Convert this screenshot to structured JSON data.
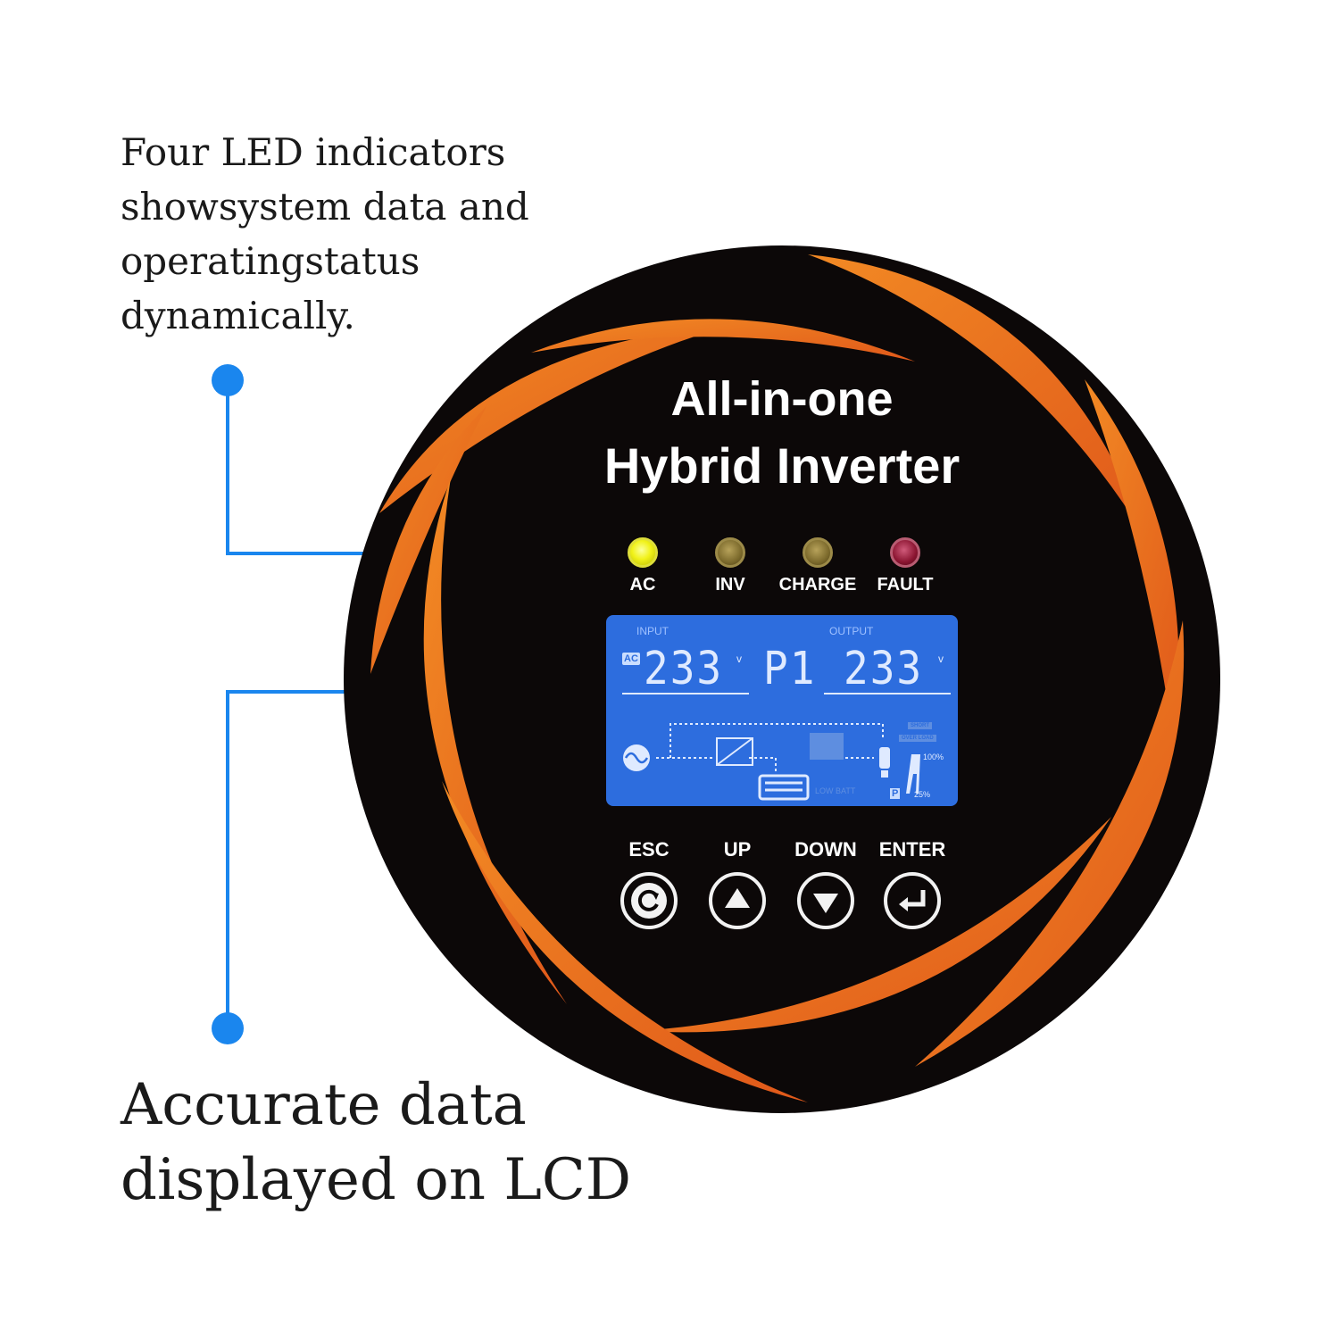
{
  "callouts": {
    "top_lines": [
      "Four LED indicators",
      "showsystem data and",
      "operatingstatus",
      "dynamically."
    ],
    "bottom_lines": [
      "Accurate data",
      "displayed on LCD"
    ]
  },
  "panel": {
    "title_line1": "All-in-one",
    "title_line2": "Hybrid Inverter",
    "leds": [
      {
        "label": "AC",
        "state": "on",
        "color": "#f1f21a"
      },
      {
        "label": "INV",
        "state": "off",
        "color": "#7c6a2c"
      },
      {
        "label": "CHARGE",
        "state": "off",
        "color": "#7c6a2c"
      },
      {
        "label": "FAULT",
        "state": "off",
        "color": "#8a1430"
      }
    ],
    "lcd": {
      "input_label": "INPUT",
      "output_label": "OUTPUT",
      "ac_badge": "AC",
      "input_value": "233",
      "input_unit": "v",
      "mode": "P1",
      "output_value": "233",
      "output_unit": "v",
      "load_max": "100%",
      "load_min": "25%",
      "low_batt": "LOW BATT",
      "p_badge": "P",
      "tag_1": "SHORT",
      "tag_2": "OVER LOAD"
    },
    "buttons": [
      {
        "label": "ESC",
        "icon": "refresh-icon"
      },
      {
        "label": "UP",
        "icon": "triangle-up-icon"
      },
      {
        "label": "DOWN",
        "icon": "triangle-down-icon"
      },
      {
        "label": "ENTER",
        "icon": "enter-icon"
      }
    ]
  },
  "colors": {
    "accent_blue": "#1a86ee",
    "panel_bg": "#0c0808",
    "swirl_orange": "#f07a22",
    "lcd_blue": "#2d6dde"
  }
}
